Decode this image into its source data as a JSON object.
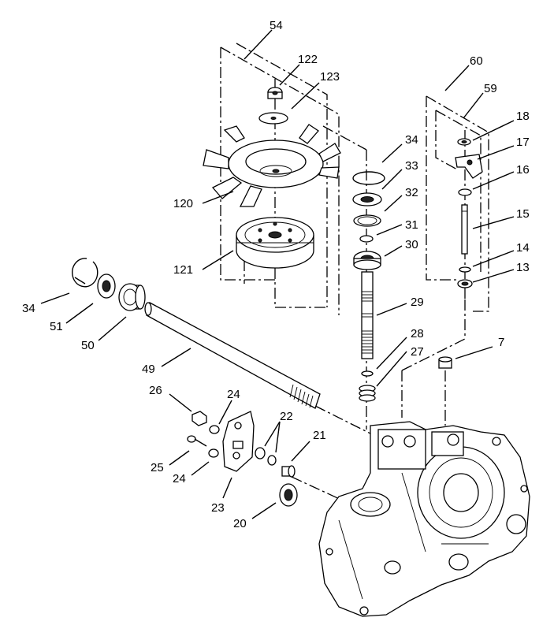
{
  "callouts": [
    {
      "id": "c54",
      "text": "54"
    },
    {
      "id": "c122",
      "text": "122"
    },
    {
      "id": "c123",
      "text": "123"
    },
    {
      "id": "c60",
      "text": "60"
    },
    {
      "id": "c59",
      "text": "59"
    },
    {
      "id": "c18",
      "text": "18"
    },
    {
      "id": "c17",
      "text": "17"
    },
    {
      "id": "c16",
      "text": "16"
    },
    {
      "id": "c34a",
      "text": "34"
    },
    {
      "id": "c33",
      "text": "33"
    },
    {
      "id": "c32",
      "text": "32"
    },
    {
      "id": "c31",
      "text": "31"
    },
    {
      "id": "c30",
      "text": "30"
    },
    {
      "id": "c15",
      "text": "15"
    },
    {
      "id": "c14",
      "text": "14"
    },
    {
      "id": "c13",
      "text": "13"
    },
    {
      "id": "c120",
      "text": "120"
    },
    {
      "id": "c121",
      "text": "121"
    },
    {
      "id": "c29",
      "text": "29"
    },
    {
      "id": "c28",
      "text": "28"
    },
    {
      "id": "c27",
      "text": "27"
    },
    {
      "id": "c7",
      "text": "7"
    },
    {
      "id": "c34b",
      "text": "34"
    },
    {
      "id": "c51",
      "text": "51"
    },
    {
      "id": "c50",
      "text": "50"
    },
    {
      "id": "c49",
      "text": "49"
    },
    {
      "id": "c26",
      "text": "26"
    },
    {
      "id": "c24a",
      "text": "24"
    },
    {
      "id": "c22",
      "text": "22"
    },
    {
      "id": "c21",
      "text": "21"
    },
    {
      "id": "c25",
      "text": "25"
    },
    {
      "id": "c24b",
      "text": "24"
    },
    {
      "id": "c23",
      "text": "23"
    },
    {
      "id": "c20",
      "text": "20"
    }
  ]
}
